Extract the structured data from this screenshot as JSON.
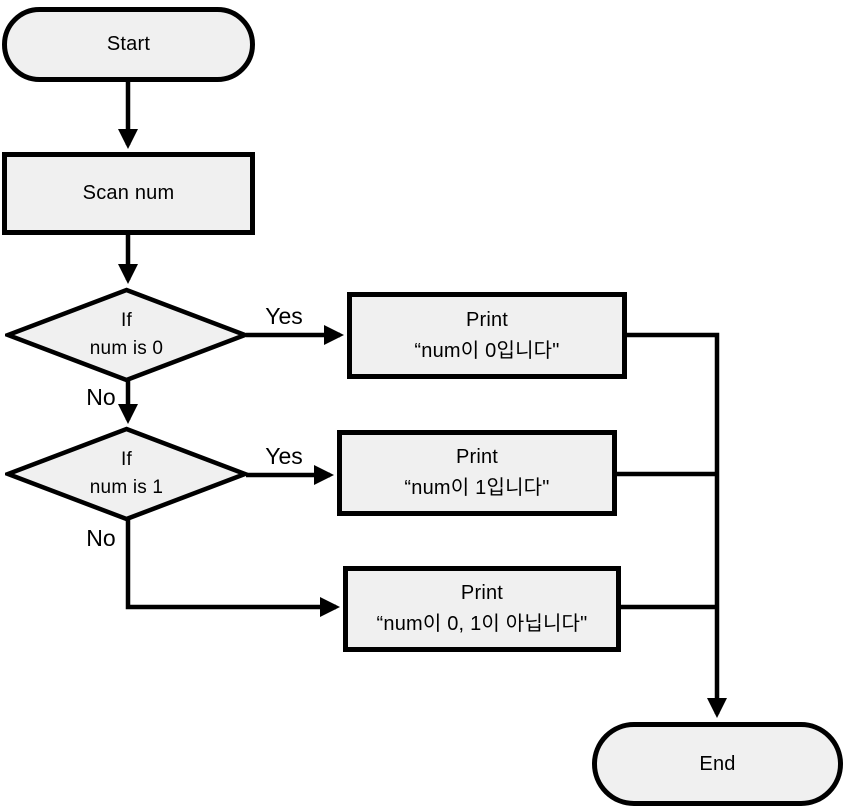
{
  "nodes": {
    "start": "Start",
    "scan": "Scan num",
    "decision_zero": "If\nnum is 0",
    "decision_one": "If\nnum is 1",
    "print_zero": "Print\n“num이 0입니다\"",
    "print_one": "Print\n“num이 1입니다\"",
    "print_other": "Print\n“num이 0, 1이 아닙니다\"",
    "end": "End"
  },
  "edge_labels": {
    "yes_zero": "Yes",
    "no_zero": "No",
    "yes_one": "Yes",
    "no_one": "No"
  },
  "colors": {
    "background": "#ffffff",
    "node_fill": "#f0f0f0",
    "stroke": "#000000",
    "text": "#000000"
  }
}
